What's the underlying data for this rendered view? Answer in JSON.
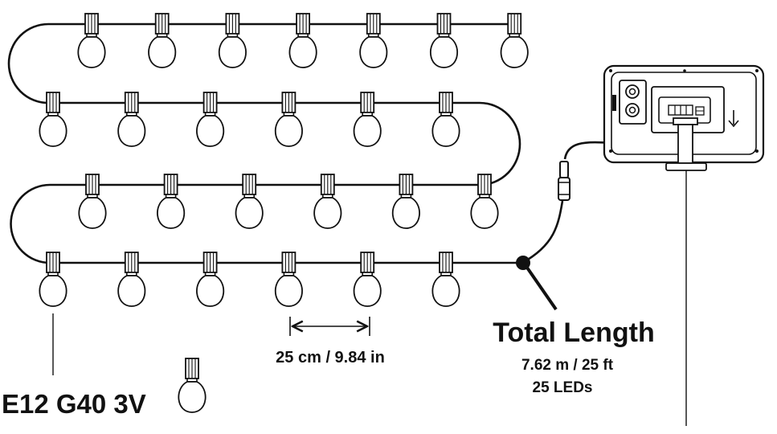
{
  "labels": {
    "bulb_type": "E12 G40 3V",
    "spacing": "25 cm / 9.84 in",
    "total_length_title": "Total Length",
    "total_length_value": "7.62 m / 25 ft",
    "led_count": "25 LEDs"
  },
  "colors": {
    "line": "#111111",
    "socket_fill": "#ffffff",
    "bulb_fill": "#ffffff",
    "solar_panel_fill": "#ffffff"
  },
  "string": {
    "rows": [
      {
        "bulbs": 7
      },
      {
        "bulbs": 6
      },
      {
        "bulbs": 6
      },
      {
        "bulbs": 6
      }
    ]
  },
  "icons": {
    "bulb": "bulb-icon",
    "solar_panel": "solar-panel-icon",
    "connector": "connector-icon"
  }
}
